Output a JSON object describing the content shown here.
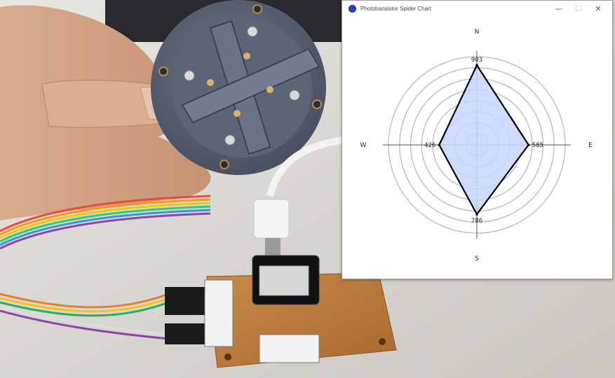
{
  "window": {
    "title": "Phototransistor Spider Chart",
    "minimize_glyph": "—",
    "maximize_glyph": "☐",
    "close_glyph": "✕"
  },
  "colors": {
    "fill": "#c8d6ff",
    "outline": "#000000",
    "grid": "#b9b9b9",
    "app_icon": "#2b3fbf"
  },
  "chart_data": {
    "type": "radar",
    "title": "",
    "axes": [
      "N",
      "E",
      "S",
      "W"
    ],
    "values": [
      903,
      585,
      786,
      426
    ],
    "value_labels": [
      "903",
      "585",
      "786",
      "426"
    ],
    "rmax": 1000,
    "rings": 8,
    "grid": true
  }
}
